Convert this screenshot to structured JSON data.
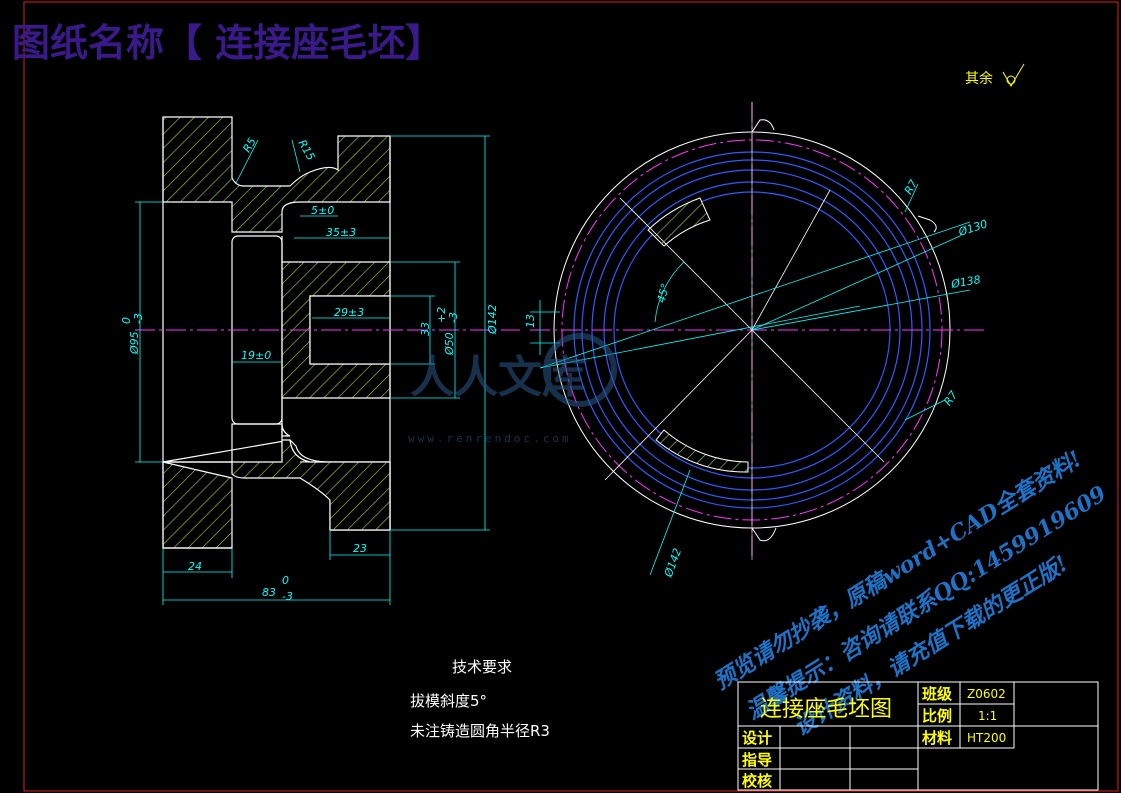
{
  "header": {
    "title": "图纸名称【 连接座毛坯】"
  },
  "surface_mark": {
    "label": "其余"
  },
  "section_view": {
    "dims": {
      "r5": "R5",
      "r15": "R15",
      "d5": "5±0",
      "d35": "35±3",
      "d29": "29±3",
      "d19": "19±0",
      "d33": "33",
      "dia50": "Ø50",
      "dia50_tol_up": "+2",
      "dia50_tol_lo": "-3",
      "dia142": "Ø142",
      "dia95": "Ø95",
      "dia95_tol_up": "0",
      "dia95_tol_lo": "-3",
      "d24": "24",
      "d23": "23",
      "d83": "83",
      "d83_tol_up": "0",
      "d83_tol_lo": "-3"
    }
  },
  "end_view": {
    "dims": {
      "r7_top": "R7",
      "dia130": "Ø130",
      "dia138": "Ø138",
      "r7_bottom": "R7",
      "angle45": "45°",
      "d13": "13",
      "dia142": "Ø142"
    }
  },
  "tech_req": {
    "heading": "技术要求",
    "line1": "拔模斜度5°",
    "line2": "未注铸造圆角半径R3"
  },
  "title_block": {
    "drawing_name": "连接座毛坯图",
    "class_label": "班级",
    "class_value": "Z0602",
    "scale_label": "比例",
    "scale_value": "1:1",
    "material_label": "材料",
    "material_value": "HT200",
    "design_label": "设计",
    "guide_label": "指导",
    "check_label": "校核"
  },
  "watermark": {
    "logo_text": "人人文库",
    "url": "www.renrendoc.com",
    "promo1": "预览请勿抄袭，原稿word+CAD全套资料!",
    "promo2": "温馨提示：咨询请联系QQ:1459919609",
    "promo3": "设计资料，请充值下载的更正版!"
  }
}
